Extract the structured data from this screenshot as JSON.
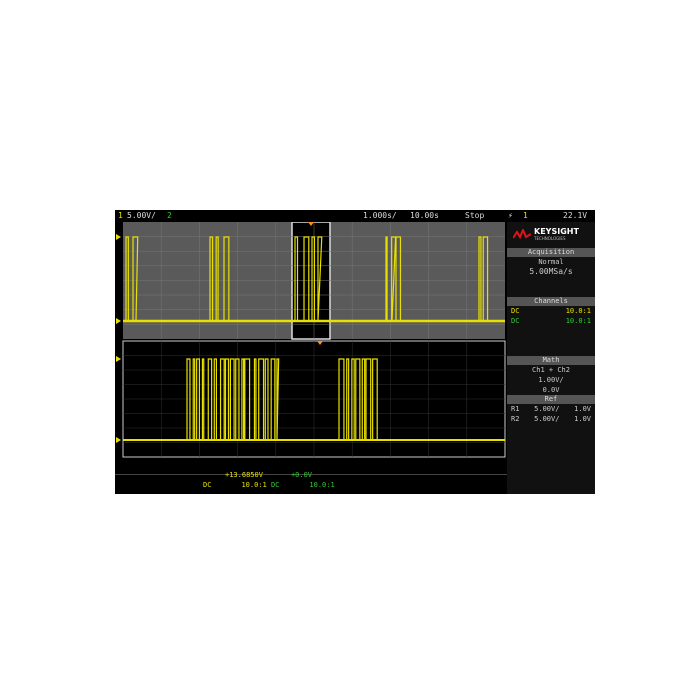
{
  "topbar": {
    "ch1": "1",
    "ch1_scale": "5.00V/",
    "ch2": "2",
    "time_scale": "1.000s/",
    "delay": "10.00s",
    "run_state": "Stop",
    "trigger_icon": "trigger-edge-icon",
    "trigger_source": "1",
    "trigger_level": "22.1V"
  },
  "brand": {
    "name": "KEYSIGHT",
    "sub": "TECHNOLOGIES"
  },
  "acquisition": {
    "title": "Acquisition",
    "mode": "Normal",
    "rate": "5.00MSa/s"
  },
  "channels": {
    "title": "Channels",
    "rows": [
      {
        "coupling": "DC",
        "probe": "10.0:1",
        "color": "#e8e000"
      },
      {
        "coupling": "DC",
        "probe": "10.0:1",
        "color": "#33cc33"
      }
    ]
  },
  "math": {
    "title": "Math",
    "expr": "Ch1 + Ch2",
    "scale": "1.00V/",
    "offset": "0.0V"
  },
  "ref": {
    "title": "Ref",
    "rows": [
      {
        "name": "R1",
        "scale": "5.00V/",
        "offset": "1.0V"
      },
      {
        "name": "R2",
        "scale": "5.00V/",
        "offset": "1.0V"
      }
    ]
  },
  "bottom": {
    "ch1_offset": "+13.6850V",
    "ch2_offset": "+0.0V",
    "ch1_coupling": "DC",
    "ch1_probe": "10.0:1",
    "ch2_coupling": "DC",
    "ch2_probe": "10.0:1"
  },
  "colors": {
    "ch1": "#e8e000",
    "ch2": "#33cc33",
    "trigger": "#ff8c1a",
    "brand": "#e3111b"
  }
}
